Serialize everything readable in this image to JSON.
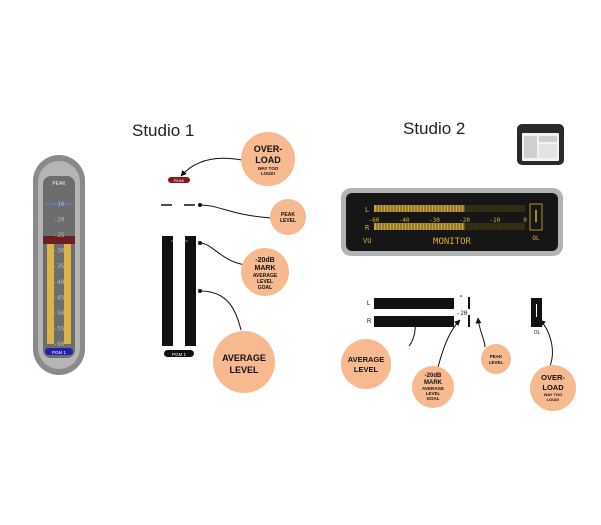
{
  "studio1": {
    "title": "Studio 1",
    "meter_peak_label": "PEAK",
    "meter_label": "PGM 1",
    "meter_ticks": [
      "-10",
      "-20",
      "-25",
      "-30",
      "-35",
      "-40",
      "-45",
      "-50",
      "-55",
      "-60"
    ],
    "diagram_peak_label": "PEAK",
    "diagram_20_label": "-20",
    "diagram_meter_label": "PGM 1",
    "callouts": {
      "overload": [
        "OVER-",
        "LOAD"
      ],
      "overload_sub": [
        "WAY TOO",
        "LOUD!"
      ],
      "peak": [
        "PEAK",
        "LEVEL"
      ],
      "mark_20db": [
        "-20dB",
        "MARK"
      ],
      "mark_20db_sub": [
        "AVERAGE",
        "LEVEL",
        "GOAL"
      ],
      "average": [
        "AVERAGE",
        "LEVEL"
      ]
    }
  },
  "studio2": {
    "title": "Studio 2",
    "monitor": {
      "l_label": "L",
      "r_label": "R",
      "scale": [
        "-60",
        "-40",
        "-30",
        "-20",
        "-10",
        "0"
      ],
      "vu_label": "VU",
      "name": "MONITOR",
      "ol_label": "OL",
      "l_level_db": -20,
      "r_level_db": -20
    },
    "diagram": {
      "l_label": "L",
      "r_label": "R",
      "mark_label": "-20",
      "ol_label": "OL"
    },
    "callouts": {
      "average": [
        "AVERAGE",
        "LEVEL"
      ],
      "mark_20db": [
        "-20dB",
        "MARK"
      ],
      "mark_20db_sub": [
        "AVERAGE",
        "LEVEL",
        "GOAL"
      ],
      "peak": [
        "PEAK",
        "LEVEL"
      ],
      "overload": [
        "OVER-",
        "LOAD"
      ],
      "overload_sub": [
        "WAY TOO",
        "LOUD!"
      ]
    }
  },
  "colors": {
    "bubble": "#f7b98f",
    "meter_amber": "#d9b54a",
    "peak_red": "#8a1a1a",
    "monitor_bg": "#161616",
    "monitor_text": "#d8b030",
    "blue_label": "#2020b0"
  }
}
